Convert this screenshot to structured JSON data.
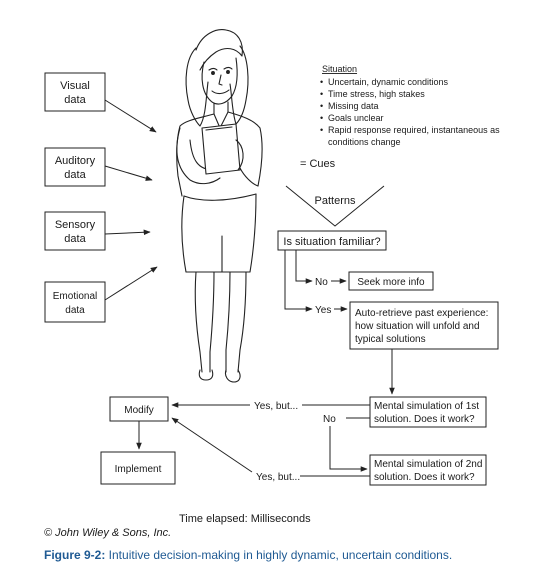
{
  "inputs": {
    "visual": [
      "Visual",
      "data"
    ],
    "auditory": [
      "Auditory",
      "data"
    ],
    "sensory": [
      "Sensory",
      "data"
    ],
    "emotional": [
      "Emotional",
      "data"
    ]
  },
  "situation": {
    "heading": "Situation",
    "bullets": [
      "Uncertain, dynamic conditions",
      "Time stress, high stakes",
      "Missing data",
      "Goals unclear",
      "Rapid response required, instantaneous as",
      "conditions change"
    ]
  },
  "flow": {
    "cues": "= Cues",
    "patterns": "Patterns",
    "familiar": "Is situation familiar?",
    "no": "No",
    "seek": "Seek more info",
    "yes": "Yes",
    "auto_retrieve": [
      "Auto-retrieve past experience:",
      "how situation will unfold and",
      "typical solutions"
    ],
    "sim1": [
      "Mental simulation of 1st",
      "solution. Does it work?"
    ],
    "sim1_no": "No",
    "sim2": [
      "Mental simulation of 2nd",
      "solution. Does it work?"
    ],
    "yes_but_1": "Yes, but...",
    "yes_but_2": "Yes, but...",
    "modify": "Modify",
    "implement": "Implement"
  },
  "time_elapsed": "Time elapsed: Milliseconds",
  "copyright": "© John Wiley & Sons, Inc.",
  "caption": {
    "number": "Figure 9-2:",
    "text": " Intuitive decision-making in highly dynamic, uncertain conditions."
  },
  "icons": {
    "person": "woman-holding-folder-illustration"
  }
}
